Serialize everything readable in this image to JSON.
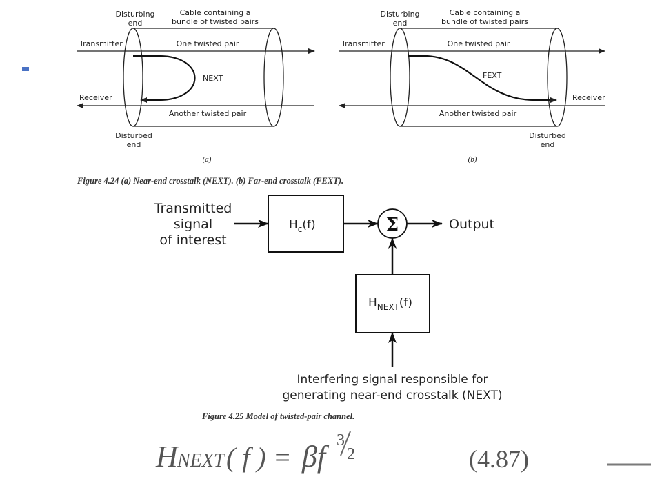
{
  "fig24": {
    "a": {
      "disturbing_end": [
        "Disturbing",
        "end"
      ],
      "cable": [
        "Cable containing a",
        "bundle of twisted pairs"
      ],
      "transmitter": "Transmitter",
      "one_pair": "One twisted pair",
      "effect": "NEXT",
      "receiver": "Receiver",
      "another_pair": "Another twisted pair",
      "disturbed_end": [
        "Disturbed",
        "end"
      ],
      "sublabel": "(a)"
    },
    "b": {
      "disturbing_end": [
        "Disturbing",
        "end"
      ],
      "cable": [
        "Cable containing a",
        "bundle of twisted pairs"
      ],
      "transmitter": "Transmitter",
      "one_pair": "One twisted pair",
      "effect": "FEXT",
      "receiver": "Receiver",
      "another_pair": "Another twisted pair",
      "disturbed_end": [
        "Disturbed",
        "end"
      ],
      "sublabel": "(b)"
    },
    "caption": "Figure 4.24 (a) Near-end crosstalk (NEXT). (b) Far-end crosstalk (FEXT)."
  },
  "fig25": {
    "input": [
      "Transmitted",
      "signal",
      "of interest"
    ],
    "hc_main": "H",
    "hc_sub": "c",
    "hc_arg": "(f)",
    "sum_symbol": "Σ",
    "output": "Output",
    "hnext_main": "H",
    "hnext_sub": "NEXT",
    "hnext_arg": "(f)",
    "interfering": [
      "Interfering signal responsible for",
      "generating near-end crosstalk (NEXT)"
    ],
    "caption": "Figure 4.25 Model of twisted-pair channel."
  },
  "equation": {
    "lhs_main": "H",
    "lhs_sub": "NEXT",
    "lhs_arg": "( f ) =",
    "beta": "βf",
    "exp_num": "3",
    "exp_den": "2",
    "number": "(4.87)"
  }
}
